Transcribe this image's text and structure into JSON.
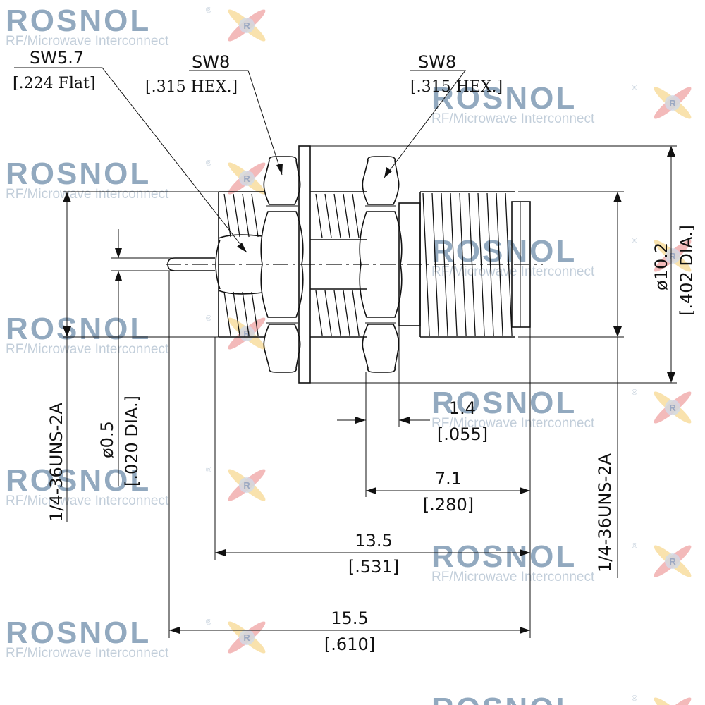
{
  "watermark": {
    "brand": "ROSNOL",
    "tagline": "RF/Microwave Interconnect",
    "registered": "®",
    "logo_letter": "R",
    "color_brand": "#7f9bb5",
    "color_tagline": "#b8c6d4"
  },
  "callouts": {
    "flat": {
      "metric": "SW5.7",
      "imperial": "[.224 Flat]"
    },
    "hex_left": {
      "metric": "SW8",
      "imperial": "[.315 HEX.]"
    },
    "hex_right": {
      "metric": "SW8",
      "imperial": "[.315 HEX.]"
    }
  },
  "dimensions": {
    "left_thread": "1/4-36UNS-2A",
    "pin_dia_metric": "ø0.5",
    "pin_dia_imperial": "[.020 DIA.]",
    "flange_dia_metric": "ø10.2",
    "flange_dia_imperial": "[.402 DIA.]",
    "right_thread": "1/4-36UNS-2A",
    "d1_metric": "1.4",
    "d1_imperial": "[.055]",
    "d2_metric": "7.1",
    "d2_imperial": "[.280]",
    "d3_metric": "13.5",
    "d3_imperial": "[.531]",
    "d4_metric": "15.5",
    "d4_imperial": "[.610]"
  }
}
